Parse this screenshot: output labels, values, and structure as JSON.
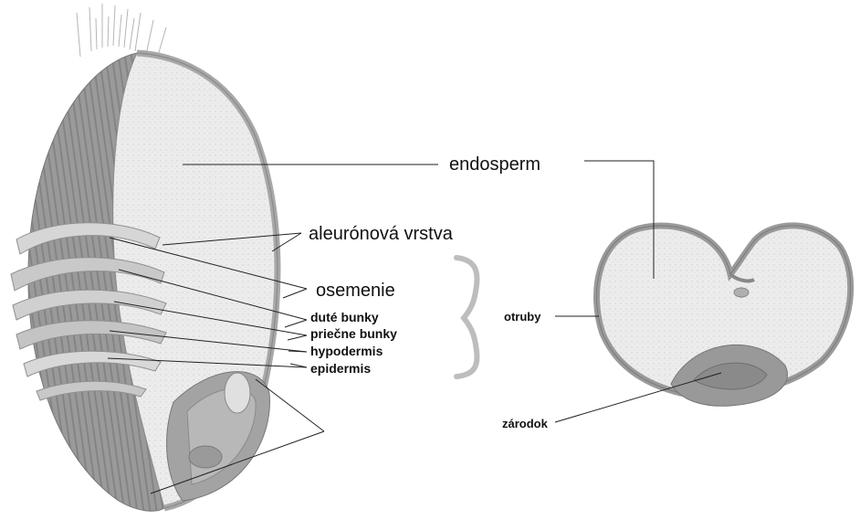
{
  "labels": {
    "endosperm": "endosperm",
    "aleuronova_vrstva": "aleurónová vrstva",
    "osemenie": "osemenie",
    "dute_bunky": "duté bunky",
    "priecne_bunky": "priečne bunky",
    "hypodermis": "hypodermis",
    "epidermis": "epidermis",
    "otruby": "otruby",
    "zarodok": "zárodok"
  },
  "colors": {
    "husk": "#9a9a9a",
    "husk_stripe": "#7d7d7d",
    "endosperm_fill": "#ececec",
    "aleurone_band": "#a8a8a8",
    "bran_layers": "#c4c4c4",
    "germ": "#8a8a8a",
    "brace": "#bdbdbd",
    "text": "#111111"
  }
}
